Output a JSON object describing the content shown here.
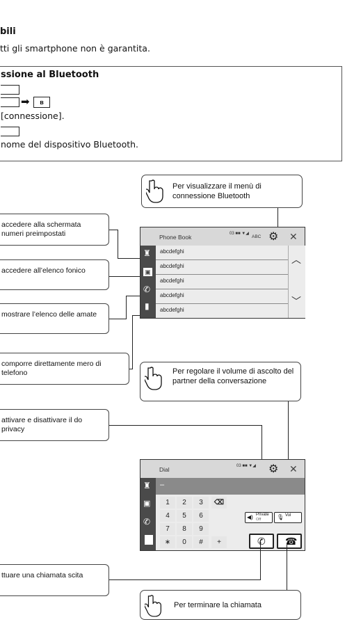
{
  "section": {
    "heading_partial": "bili",
    "subtext": "tti gli smartphone non è garantita."
  },
  "infobox": {
    "title": "ssione al Bluetooth",
    "line2": "[connessione].",
    "line3": "nome del dispositivo Bluetooth."
  },
  "callouts": {
    "menu": "Per visualizzare il menù di connessione Bluetooth",
    "preset": "accedere alla schermata numeri preimpostati",
    "phonebook": "accedere all’elenco fonico",
    "history": "mostrare l’elenco delle amate",
    "dial": "comporre direttamente mero di telefono",
    "volume": "Per regolare il volume di ascolto del partner della conversazione",
    "privacy": "attivare e disattivare il do privacy",
    "call": "ttuare una chiamata scita",
    "end": "Per terminare la chiamata"
  },
  "phonebook_screen": {
    "title": "Phone Book",
    "status": "03 ■■ ▼◢",
    "abc": "ABC",
    "rows": [
      "abcdefghi",
      "abcdefghi",
      "abcdefghi",
      "abcdefghi",
      "abcdefghi"
    ]
  },
  "dial_screen": {
    "title": "Dial",
    "status": "03 ■■ ▼◢",
    "display": "–",
    "keys": [
      "1",
      "2",
      "3",
      "4",
      "5",
      "6",
      "7",
      "8",
      "9",
      "∗",
      "0",
      "#",
      "+"
    ],
    "private_label": "Private",
    "private_state": "Off",
    "voice_label": "Vol"
  }
}
